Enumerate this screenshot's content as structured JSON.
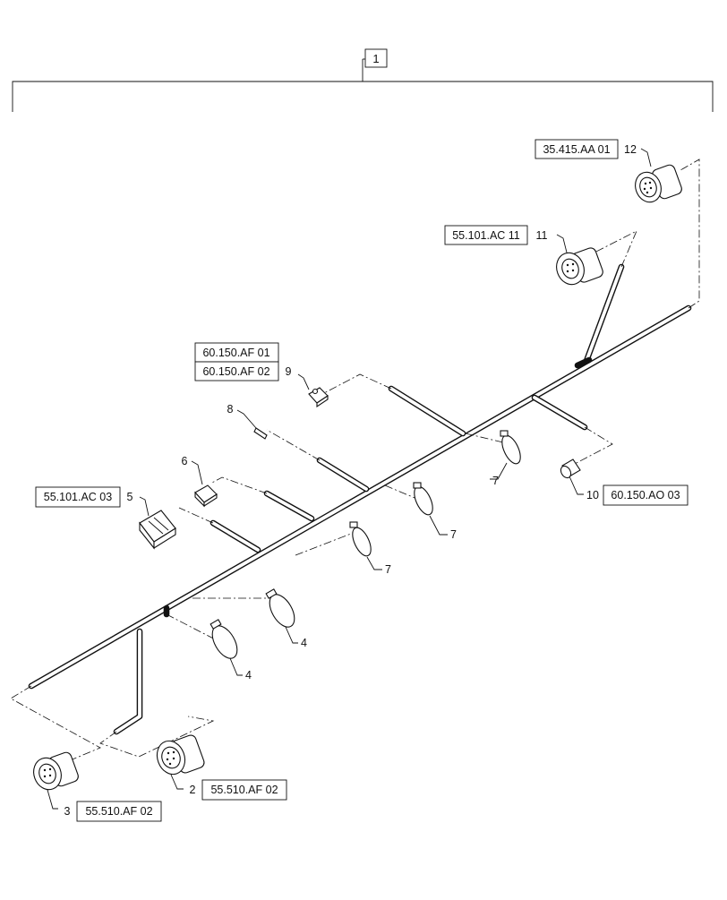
{
  "assembly": {
    "item_number": "1"
  },
  "items": [
    {
      "number": "2",
      "ref": "55.510.AF 02",
      "icon": "round-connector"
    },
    {
      "number": "3",
      "ref": "55.510.AF 02",
      "icon": "round-connector"
    },
    {
      "number": "4",
      "ref": "",
      "icon": "hose-clamp"
    },
    {
      "number": "4",
      "ref": "",
      "icon": "hose-clamp"
    },
    {
      "number": "5",
      "ref": "55.101.AC 03",
      "icon": "rectangular-connector"
    },
    {
      "number": "6",
      "ref": "",
      "icon": "small-connector"
    },
    {
      "number": "7",
      "ref": "",
      "icon": "cable-tie"
    },
    {
      "number": "7",
      "ref": "",
      "icon": "cable-tie"
    },
    {
      "number": "7",
      "ref": "",
      "icon": "cable-tie"
    },
    {
      "number": "8",
      "ref": "",
      "icon": "terminal-pin"
    },
    {
      "number": "9",
      "ref": "60.150.AF 01",
      "ref2": "60.150.AF 02",
      "icon": "small-connector"
    },
    {
      "number": "10",
      "ref": "60.150.AO 03",
      "icon": "plug-connector"
    },
    {
      "number": "11",
      "ref": "55.101.AC 11",
      "icon": "round-connector"
    },
    {
      "number": "12",
      "ref": "35.415.AA 01",
      "icon": "round-connector"
    }
  ]
}
